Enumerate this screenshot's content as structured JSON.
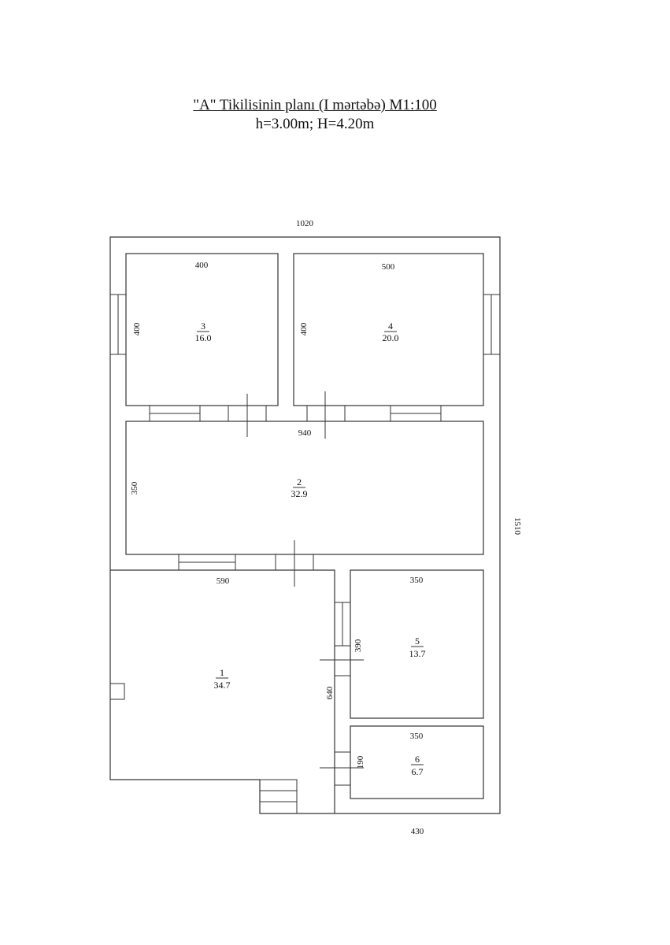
{
  "title": {
    "line1": "\"A\" Tikilisinin planı (I mərtəbə) M1:100",
    "line2": "h=3.00m; H=4.20m"
  },
  "dimensions": {
    "overall_width": "1020",
    "overall_height": "1510",
    "bottom_width": "430",
    "corridor_width": "940",
    "corridor_height": "350",
    "room1_width": "590",
    "room1_height": "640",
    "room3_width": "400",
    "room3_height": "400",
    "room4_width": "500",
    "room4_height": "400",
    "room5_width": "350",
    "room5_height": "390",
    "room6_width": "350",
    "room6_height": "190"
  },
  "rooms": {
    "r1": {
      "number": "1",
      "area": "34.7"
    },
    "r2": {
      "number": "2",
      "area": "32.9"
    },
    "r3": {
      "number": "3",
      "area": "16.0"
    },
    "r4": {
      "number": "4",
      "area": "20.0"
    },
    "r5": {
      "number": "5",
      "area": "13.7"
    },
    "r6": {
      "number": "6",
      "area": "6.7"
    }
  }
}
